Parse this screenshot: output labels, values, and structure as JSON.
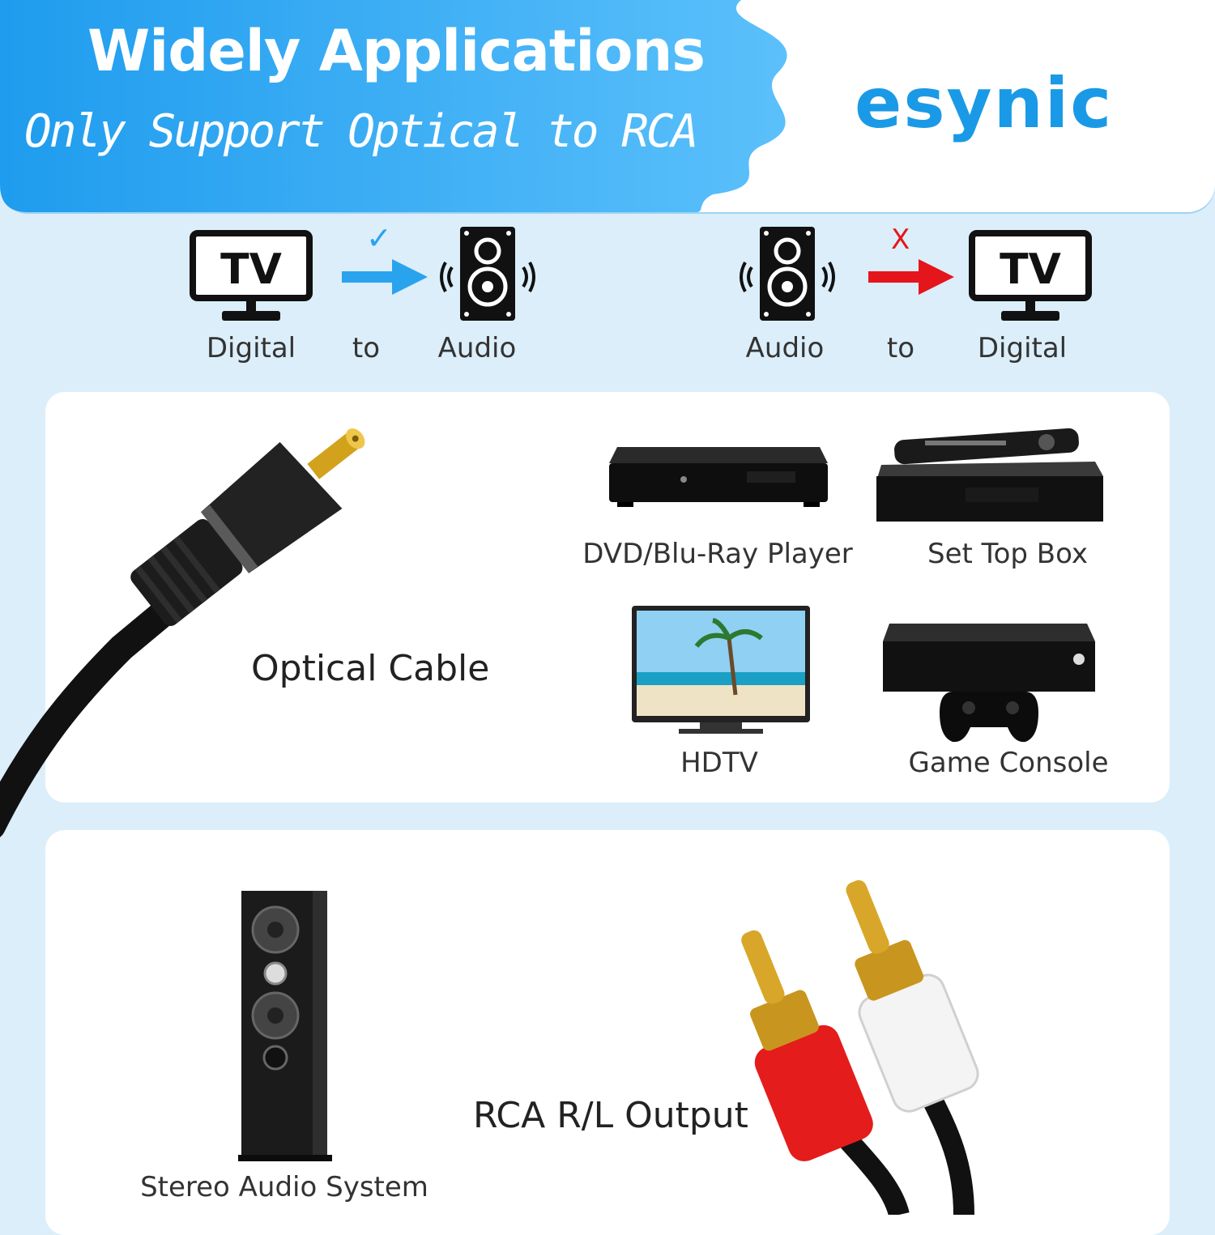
{
  "header": {
    "headline": "Widely Applications",
    "subline": "Only Support Optical to RCA",
    "brand": "esynic",
    "colors": {
      "blue": "#2aa3ee",
      "brand": "#1a9ae6"
    }
  },
  "compatibility": [
    {
      "status": "supported",
      "mark": "✓",
      "from": "Digital",
      "to_word": "to",
      "target": "Audio",
      "from_icon": "tv-icon",
      "target_icon": "speaker-icon",
      "color": "#2aa3ee"
    },
    {
      "status": "unsupported",
      "mark": "X",
      "from": "Audio",
      "to_word": "to",
      "target": "Digital",
      "from_icon": "speaker-icon",
      "target_icon": "tv-icon",
      "color": "#e5161b"
    }
  ],
  "tv_icon_text": "TV",
  "optical_section": {
    "cable_label": "Optical Cable",
    "devices": [
      {
        "label": "DVD/Blu-Ray Player",
        "icon": "bluray-player-icon"
      },
      {
        "label": "Set Top Box",
        "icon": "set-top-box-icon"
      },
      {
        "label": "HDTV",
        "icon": "hdtv-icon"
      },
      {
        "label": "Game Console",
        "icon": "game-console-icon"
      }
    ]
  },
  "rca_section": {
    "speaker_label": "Stereo Audio System",
    "output_label": "RCA R/L Output"
  }
}
